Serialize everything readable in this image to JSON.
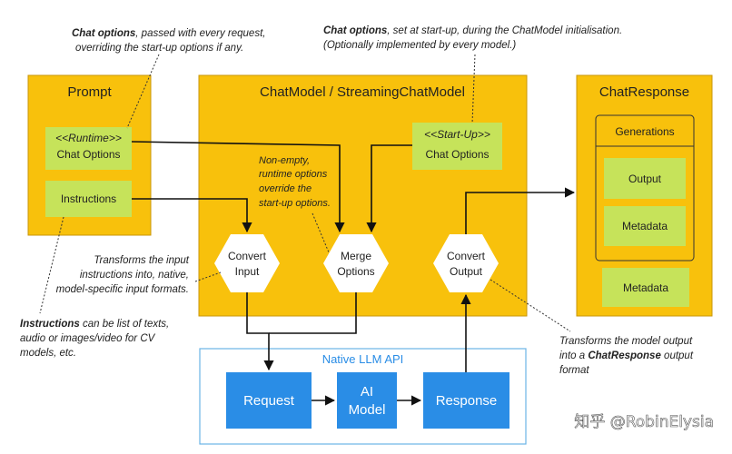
{
  "prompt": {
    "title": "Prompt",
    "runtime_tag": "<<Runtime>>",
    "chat_options": "Chat Options",
    "instructions": "Instructions"
  },
  "chatmodel": {
    "title": "ChatModel / StreamingChatModel",
    "startup_tag": "<<Start-Up>>",
    "chat_options": "Chat Options",
    "convert_input": [
      "Convert",
      "Input"
    ],
    "merge_options": [
      "Merge",
      "Options"
    ],
    "convert_output": [
      "Convert",
      "Output"
    ],
    "override_note": [
      "Non-empty,",
      "runtime options",
      "override the",
      "start-up options."
    ]
  },
  "chatresponse": {
    "title": "ChatResponse",
    "generations": "Generations",
    "output": "Output",
    "metadata_inner": "Metadata",
    "metadata_outer": "Metadata"
  },
  "native_api": {
    "title": "Native LLM API",
    "request": "Request",
    "ai_model": [
      "AI",
      "Model"
    ],
    "response": "Response"
  },
  "annotations": {
    "runtime_opts_bold": "Chat options",
    "runtime_opts_rest": ", passed with every  request,",
    "runtime_opts_line2": "overriding the start-up options if any.",
    "startup_opts_bold": "Chat options",
    "startup_opts_rest": ", set at start-up, during  the ChatModel initialisation.",
    "startup_opts_line2": "(Optionally implemented by every model.)",
    "transform_input": [
      "Transforms the input",
      "instructions into, native,",
      "model-specific input formats."
    ],
    "instructions_bold": "Instructions",
    "instructions_rest": " can be list of texts,",
    "instructions_line2": "audio or images/video for CV",
    "instructions_line3": "models, etc.",
    "transform_output_line1": "Transforms the model output",
    "transform_output_pre": "into  a ",
    "transform_output_bold": "ChatResponse",
    "transform_output_post": " output",
    "transform_output_line3": "format"
  },
  "watermark": "知乎 @RobinElysia",
  "colors": {
    "container": "#f8c10c",
    "container_border": "#c8960a",
    "green": "#c6e35a",
    "blue": "#2a8de6",
    "api_border": "#6ab4e6"
  }
}
